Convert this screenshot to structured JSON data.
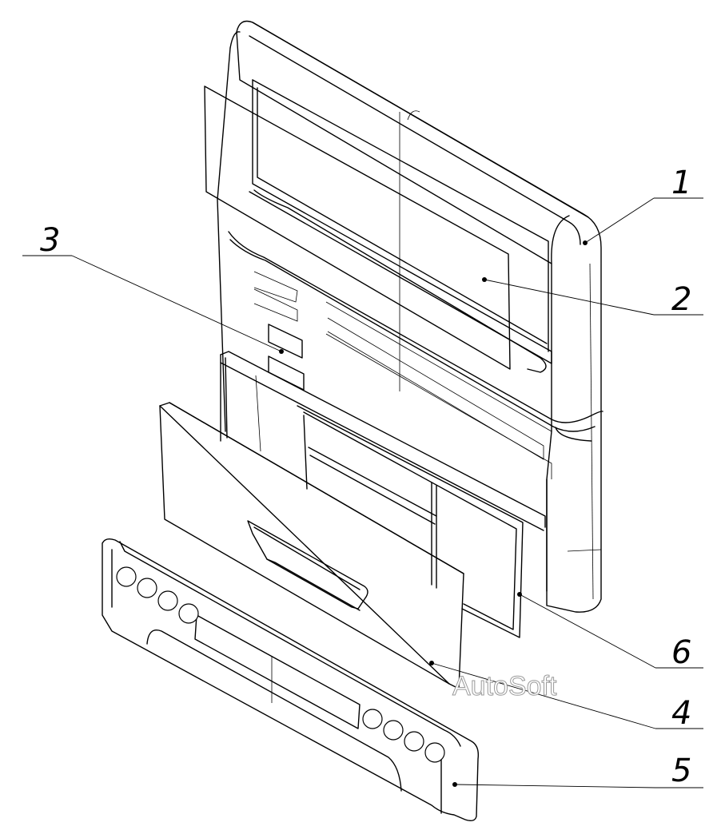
{
  "watermark": "AutoSoft",
  "callouts": [
    {
      "id": "1",
      "label": "1"
    },
    {
      "id": "2",
      "label": "2"
    },
    {
      "id": "3",
      "label": "3"
    },
    {
      "id": "4",
      "label": "4"
    },
    {
      "id": "5",
      "label": "5"
    },
    {
      "id": "6",
      "label": "6"
    }
  ]
}
